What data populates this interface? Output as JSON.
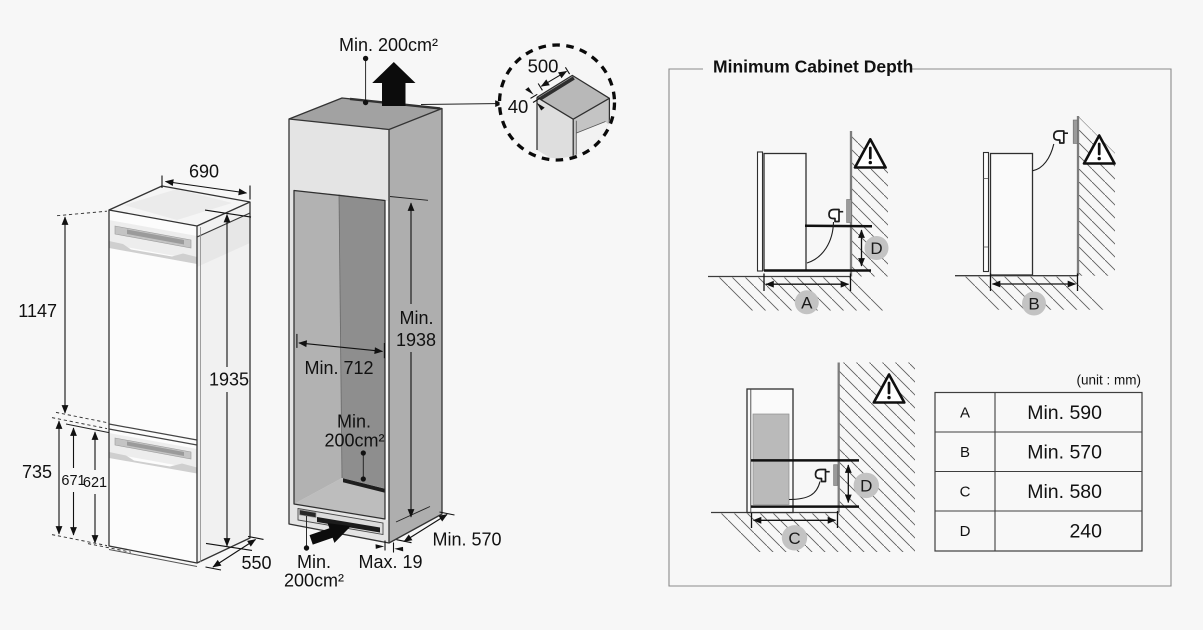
{
  "colors": {
    "background": "#f7f7f7",
    "line": "#2f2f2f",
    "text": "#111111",
    "wall": "#7d7d7d",
    "hatch": "#5f5f5f",
    "badge_fill": "#c3c3c3",
    "cabinet_top": "#a2a2a2",
    "cabinet_side": "#aeaeae",
    "cabinet_front": "#e4e4e4",
    "niche_back_wall": "#8f8f8f",
    "niche_side_wall": "#c2c2c2",
    "niche_floor": "#b5b5b5",
    "vent_slot": "#1e1e1e",
    "block_arrow": "#0c0c0c"
  },
  "fridge": {
    "width_top": "690",
    "height_upper_door": "1147",
    "height_total": "1935",
    "height_lower_door": "735",
    "height_lower_outer": "671",
    "height_lower_inner": "621",
    "depth": "550"
  },
  "niche": {
    "vent_top": "Min. 200cm²",
    "width": "Min. 712",
    "height_line1": "Min.",
    "height_line2": "1938",
    "vent_inner_line1": "Min.",
    "vent_inner_line2": "200cm²",
    "vent_bottom_line1": "Min.",
    "vent_bottom_line2": "200cm²",
    "plinth_recess": "Max. 19",
    "depth": "Min. 570"
  },
  "detail": {
    "slot_length": "500",
    "slot_width": "40"
  },
  "panel": {
    "title": "Minimum Cabinet Depth",
    "unit_note": "(unit : mm)",
    "labels": {
      "a": "A",
      "b": "B",
      "c": "C",
      "d": "D"
    },
    "table": {
      "rows": [
        {
          "key": "A",
          "value": "Min. 590"
        },
        {
          "key": "B",
          "value": "Min. 570"
        },
        {
          "key": "C",
          "value": "Min. 580"
        },
        {
          "key": "D",
          "value": "240"
        }
      ]
    }
  }
}
